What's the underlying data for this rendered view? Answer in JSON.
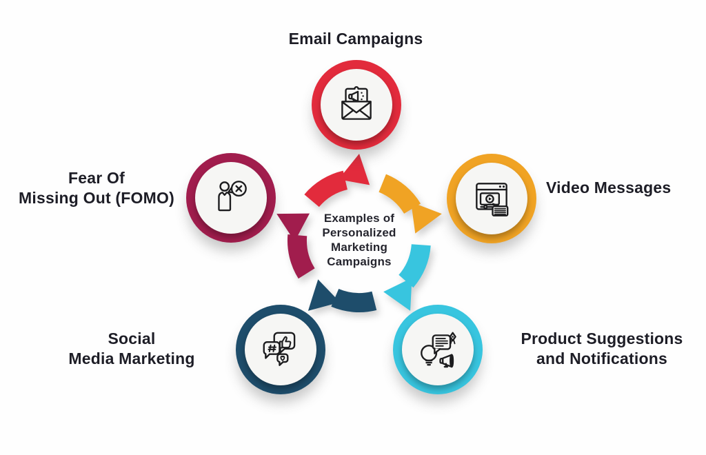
{
  "diagram": {
    "center": {
      "line1": "Examples of",
      "line2": "Personalized",
      "line3": "Marketing",
      "line4": "Campaigns"
    },
    "nodes": {
      "email": {
        "label": "Email Campaigns",
        "color": "#e22b3c",
        "icon": "email-megaphone-icon"
      },
      "video": {
        "label": "Video Messages",
        "color": "#f0a324",
        "icon": "video-message-icon"
      },
      "product": {
        "line1": "Product Suggestions",
        "line2": "and Notifications",
        "color": "#38c5df",
        "icon": "idea-announcement-icon"
      },
      "social": {
        "line1": "Social",
        "line2": "Media Marketing",
        "color": "#1e4d6b",
        "icon": "social-engagement-icon"
      },
      "fomo": {
        "line1": "Fear Of",
        "line2": "Missing Out (FOMO)",
        "color": "#a11d4d",
        "icon": "person-cancel-icon"
      }
    },
    "text_color": "#1d1d26"
  }
}
